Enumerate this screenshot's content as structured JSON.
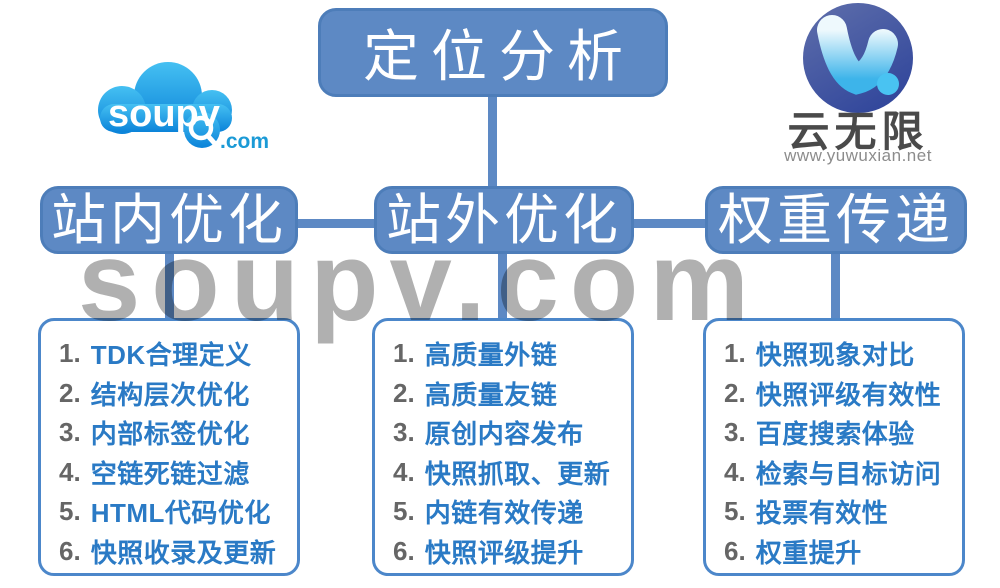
{
  "watermark": "soupv.com",
  "logos": {
    "soupv": {
      "name": "soupv",
      "tld": ".com"
    },
    "yuwuxian": {
      "title": "云无限",
      "url": "www.yuwuxian.net"
    }
  },
  "root": {
    "label": "定位分析"
  },
  "branches": [
    {
      "label": "站内优化",
      "items": [
        {
          "num": "1.",
          "text": "TDK合理定义"
        },
        {
          "num": "2.",
          "text": "结构层次优化"
        },
        {
          "num": "3.",
          "text": "内部标签优化"
        },
        {
          "num": "4.",
          "text": "空链死链过滤"
        },
        {
          "num": "5.",
          "text": "HTML代码优化"
        },
        {
          "num": "6.",
          "text": "快照收录及更新"
        }
      ]
    },
    {
      "label": "站外优化",
      "items": [
        {
          "num": "1.",
          "text": "高质量外链"
        },
        {
          "num": "2.",
          "text": "高质量友链"
        },
        {
          "num": "3.",
          "text": "原创内容发布"
        },
        {
          "num": "4.",
          "text": "快照抓取、更新"
        },
        {
          "num": "5.",
          "text": "内链有效传递"
        },
        {
          "num": "6.",
          "text": "快照评级提升"
        }
      ]
    },
    {
      "label": "权重传递",
      "items": [
        {
          "num": "1.",
          "text": "快照现象对比"
        },
        {
          "num": "2.",
          "text": "快照评级有效性"
        },
        {
          "num": "3.",
          "text": "百度搜索体验"
        },
        {
          "num": "4.",
          "text": "检索与目标访问"
        },
        {
          "num": "5.",
          "text": "投票有效性"
        },
        {
          "num": "6.",
          "text": "权重提升"
        }
      ]
    }
  ],
  "colors": {
    "box_blue": "#5d89c4",
    "list_border_blue": "#4c87ca",
    "item_text_blue": "#2a7ac5",
    "item_num_gray": "#666666",
    "watermark_gray": "#b0b0b0",
    "cloud_blue_light": "#45c0f2",
    "cloud_blue_dark": "#0b83d9",
    "badge_navy": "#33489c",
    "drop_blue": "#49c3f2"
  }
}
